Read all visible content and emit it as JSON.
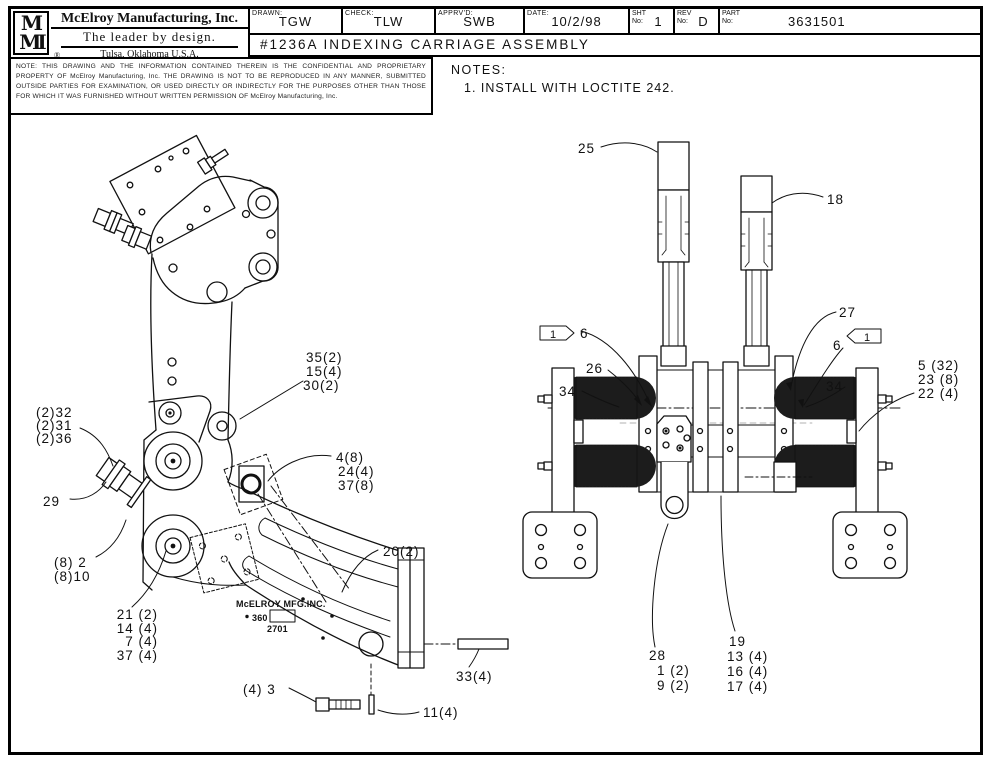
{
  "title_block": {
    "logo_top": "M",
    "logo_bottom": "MI",
    "registered": "®",
    "company": "McElroy Manufacturing, Inc.",
    "tagline": "The  leader  by  design.",
    "location": "Tulsa, Oklahoma U.S.A.",
    "drawn_label": "DRAWN:",
    "drawn": "TGW",
    "check_label": "CHECK:",
    "check": "TLW",
    "apprvd_label": "APPRV'D:",
    "apprvd": "SWB",
    "date_label": "DATE:",
    "date": "10/2/98",
    "sht_label": "SHT",
    "sht_no_label": "No:",
    "sht": "1",
    "rev_label": "REV",
    "rev_no_label": "No:",
    "rev": "D",
    "part_label": "PART",
    "part_no_label": "No:",
    "part": "3631501",
    "drawing_title": "#1236A  INDEXING  CARRIAGE  ASSEMBLY"
  },
  "disclaimer": "NOTE:  THIS  DRAWING  AND  THE  INFORMATION  CONTAINED  THEREIN  IS  THE  CONFIDENTIAL  AND  PROPRIETARY PROPERTY  OF  McElroy  Manufacturing,  Inc.  THE  DRAWING  IS  NOT  TO  BE  REPRODUCED  IN  ANY  MANNER, SUBMITTED  OUTSIDE  PARTIES  FOR  EXAMINATION,  OR  USED  DIRECTLY  OR  INDIRECTLY  FOR  THE  PURPOSES  OTHER THAN  THOSE  FOR  WHICH  IT  WAS  FURNISHED  WITHOUT  WRITTEN  PERMISSION  OF  McElroy  Manufacturing,  Inc.",
  "notes": {
    "header": "NOTES:",
    "item_1": "1.  INSTALL  WITH  LOCTITE  242."
  },
  "left_view": {
    "nameplate_line1": "McELROY  MFG.INC.",
    "nameplate_line2": "360",
    "nameplate_line3": "2701",
    "callouts": {
      "c35": "35(2)",
      "c15": "15(4)",
      "c30": "30(2)",
      "c4": "4(8)",
      "c24": "24(4)",
      "c37a": "37(8)",
      "c32": "(2)32",
      "c31": "(2)31",
      "c36": "(2)36",
      "c29": "29",
      "c2": "(8) 2",
      "c10": "(8)10",
      "c21": "21 (2)",
      "c14": "14 (4)",
      "c7": "7 (4)",
      "c37b": "37 (4)",
      "c20": "20(2)",
      "c33": "33(4)",
      "c11": "11(4)",
      "c3": "(4) 3"
    }
  },
  "right_view": {
    "flag": "1",
    "callouts": {
      "c25": "25",
      "c18": "18",
      "c27": "27",
      "c6_left": "6",
      "c26": "26",
      "c34_left": "34",
      "c6_right": "6",
      "c34_right": "34",
      "c5": "5 (32)",
      "c23": "23 (8)",
      "c22": "22 (4)",
      "c28": "28",
      "c1": "1 (2)",
      "c9": "9 (2)",
      "c19": "19",
      "c13": "13 (4)",
      "c16": "16 (4)",
      "c17": "17 (4)"
    }
  }
}
